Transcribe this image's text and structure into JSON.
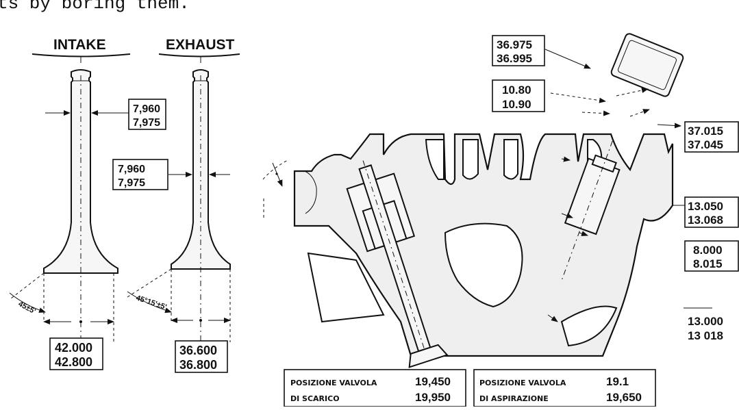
{
  "caption_fragment": "ts by boring them.",
  "intake": {
    "title": "INTAKE",
    "stem_dia": [
      "7,960",
      "7,975"
    ],
    "seat_angle": "45±5'",
    "head_dia": [
      "42.000",
      "42.800"
    ]
  },
  "exhaust": {
    "title": "EXHAUST",
    "stem_dia": [
      "7,960",
      "7,975"
    ],
    "seat_angle": "45°15'±5'",
    "head_dia": [
      "36.600",
      "36.800"
    ]
  },
  "head_dims": {
    "bucket_dia": [
      "36.975",
      "36.995"
    ],
    "bucket_height": [
      "10.80",
      "10.90"
    ],
    "bore_dia": [
      "37.015",
      "37.045"
    ],
    "guide_od": [
      "13.050",
      "13.068"
    ],
    "guide_id": [
      "8.000",
      "8.015"
    ],
    "guide_bore": [
      "13.000",
      "13 018"
    ]
  },
  "exhaust_position": {
    "label_line1": "POSIZIONE VALVOLA",
    "label_line2": "DI SCARICO",
    "values": [
      "19,450",
      "19,950"
    ]
  },
  "intake_position": {
    "label_line1": "POSIZIONE VALVOLA",
    "label_line2": "DI ASPIRAZIONE",
    "values": [
      "19.1",
      "19,650"
    ]
  },
  "colors": {
    "ink": "#111111",
    "paper": "#ffffff",
    "casting": "#efefef"
  }
}
